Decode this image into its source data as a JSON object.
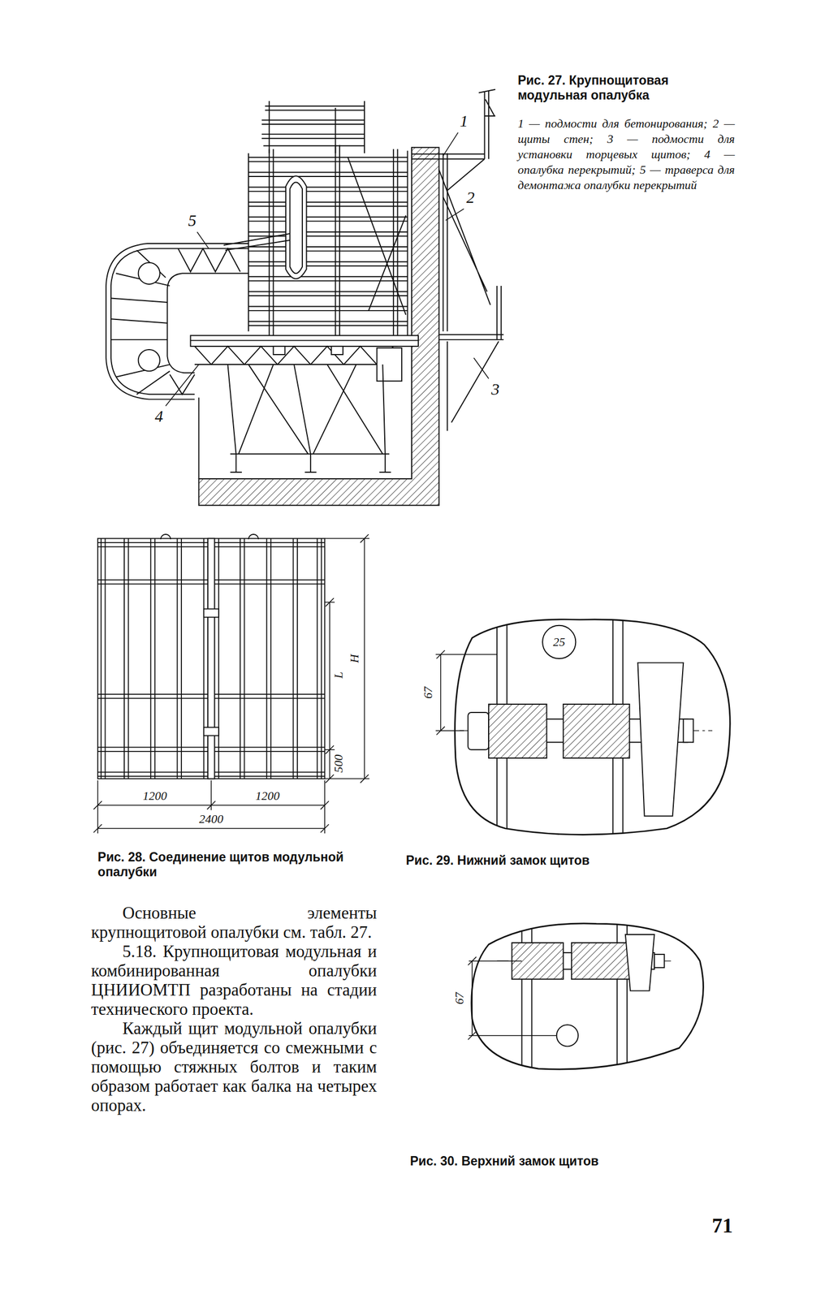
{
  "diagram": {
    "labels": [
      "Рис. 27. Крупнощитовая модульная опалубка",
      "1 — подмости для бетонирования; 2 — щиты стен; 3 — подмости для установки торцевых щитов; 4 — опалубка перекрытий; 5 — траверса для демонтажа опалубки перекрытий",
      "1",
      "2",
      "3",
      "4",
      "5",
      "H",
      "L",
      "500",
      "1200",
      "1200",
      "2400",
      "Рис. 28. Соединение щитов модульной опалубки",
      "25",
      "67",
      "Рис. 29. Нижний замок щитов",
      "67",
      "Рис. 30. Верхний замок щитов",
      "Основные элементы крупнощитовой опалубки см. табл. 27.",
      "5.18. Крупнощитовая модульная и комбинированная опалубки ЦНИИОМТП разработаны на стадии технического проекта.",
      "Каждый щит модульной опалубки (рис. 27) объединяется со смежными с помощью стяжных болтов и таким образом работает как балка на четырех опорах.",
      "71"
    ]
  }
}
